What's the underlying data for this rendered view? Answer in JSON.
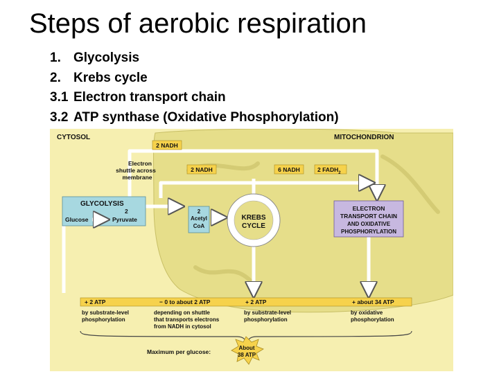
{
  "title": "Steps of aerobic respiration",
  "steps": [
    {
      "num": "1.",
      "label": "Glycolysis"
    },
    {
      "num": "2.",
      "label": "Krebs cycle"
    },
    {
      "num": "3.1",
      "label": "Electron transport chain"
    },
    {
      "num": "3.2",
      "label": "ATP synthase (Oxidative Phosphorylation)"
    }
  ],
  "diagram": {
    "cytosol": "CYTOSOL",
    "mitochondrion": "MITOCHONDRION",
    "nadh_top": "2 NADH",
    "shuttle": [
      "Electron",
      "shuttle across",
      "membrane"
    ],
    "nadh_2": "2 NADH",
    "nadh_6": "6 NADH",
    "fadh": "2 FADH",
    "fadh_sub": "2",
    "glycolysis": "GLYCOLYSIS",
    "glucose": "Glucose",
    "pyruvate_n": "2",
    "pyruvate": "Pyruvate",
    "acetyl": [
      "2",
      "Acetyl",
      "CoA"
    ],
    "krebs": [
      "KREBS",
      "CYCLE"
    ],
    "etc": [
      "ELECTRON",
      "TRANSPORT CHAIN",
      "AND OXIDATIVE",
      "PHOSPHORYLATION"
    ],
    "atp1": "+ 2 ATP",
    "atp2": "− 0 to about 2 ATP",
    "atp3": "+ 2 ATP",
    "atp4": "+ about 34 ATP",
    "note1": [
      "by substrate-level",
      "phosphorylation"
    ],
    "note2": [
      "depending on shuttle",
      "that transports electrons",
      "from NADH in cytosol"
    ],
    "note3": [
      "by substrate-level",
      "phosphorylation"
    ],
    "note4": [
      "by oxidative",
      "phosphorylation"
    ],
    "max_label": "Maximum per glucose:",
    "max_value": [
      "About",
      "38 ATP"
    ]
  },
  "colors": {
    "background": "#f6efb0",
    "mitochondrion": "#e6de8a",
    "label_box": "#f6d24c",
    "glycolysis_box": "#a7d8e0",
    "etc_box": "#c7b8e0",
    "arrow": "#ffffff"
  }
}
